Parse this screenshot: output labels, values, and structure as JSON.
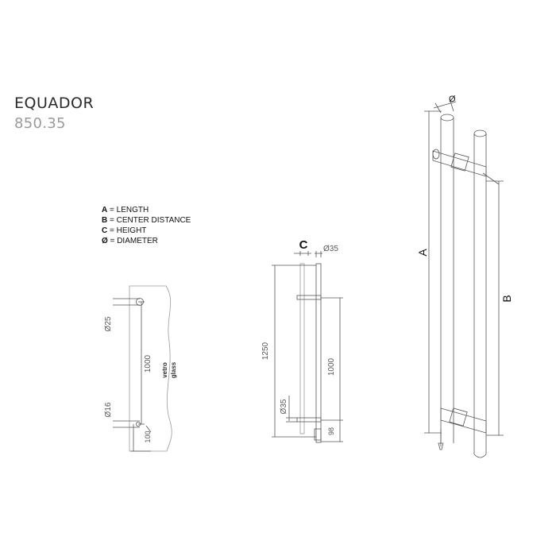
{
  "product": {
    "name": "EQUADOR",
    "code": "850.35"
  },
  "legend": [
    {
      "key": "A",
      "text": "LENGTH"
    },
    {
      "key": "B",
      "text": "CENTER DISTANCE"
    },
    {
      "key": "C",
      "text": "HEIGHT"
    },
    {
      "key": "Ø",
      "text": "DIAMETER"
    }
  ],
  "legend_separator": " = ",
  "front_view": {
    "diam_top": "Ø25",
    "length": "1000",
    "diam_bottom": "Ø16",
    "offset": "100",
    "material_it": "vetro",
    "material_en": "glass"
  },
  "side_view": {
    "height_label": "C",
    "bar_diameter": "Ø35",
    "overall": "1250",
    "center": "1000",
    "standoff_diameter": "Ø35",
    "bottom_offset": "98"
  },
  "perspective": {
    "diameter": "Ø",
    "length": "A",
    "center_distance": "B"
  },
  "colors": {
    "line": "#555555",
    "glass": "#9a9a9a",
    "title": "#2a2a2a",
    "code": "#9a9a9a"
  }
}
